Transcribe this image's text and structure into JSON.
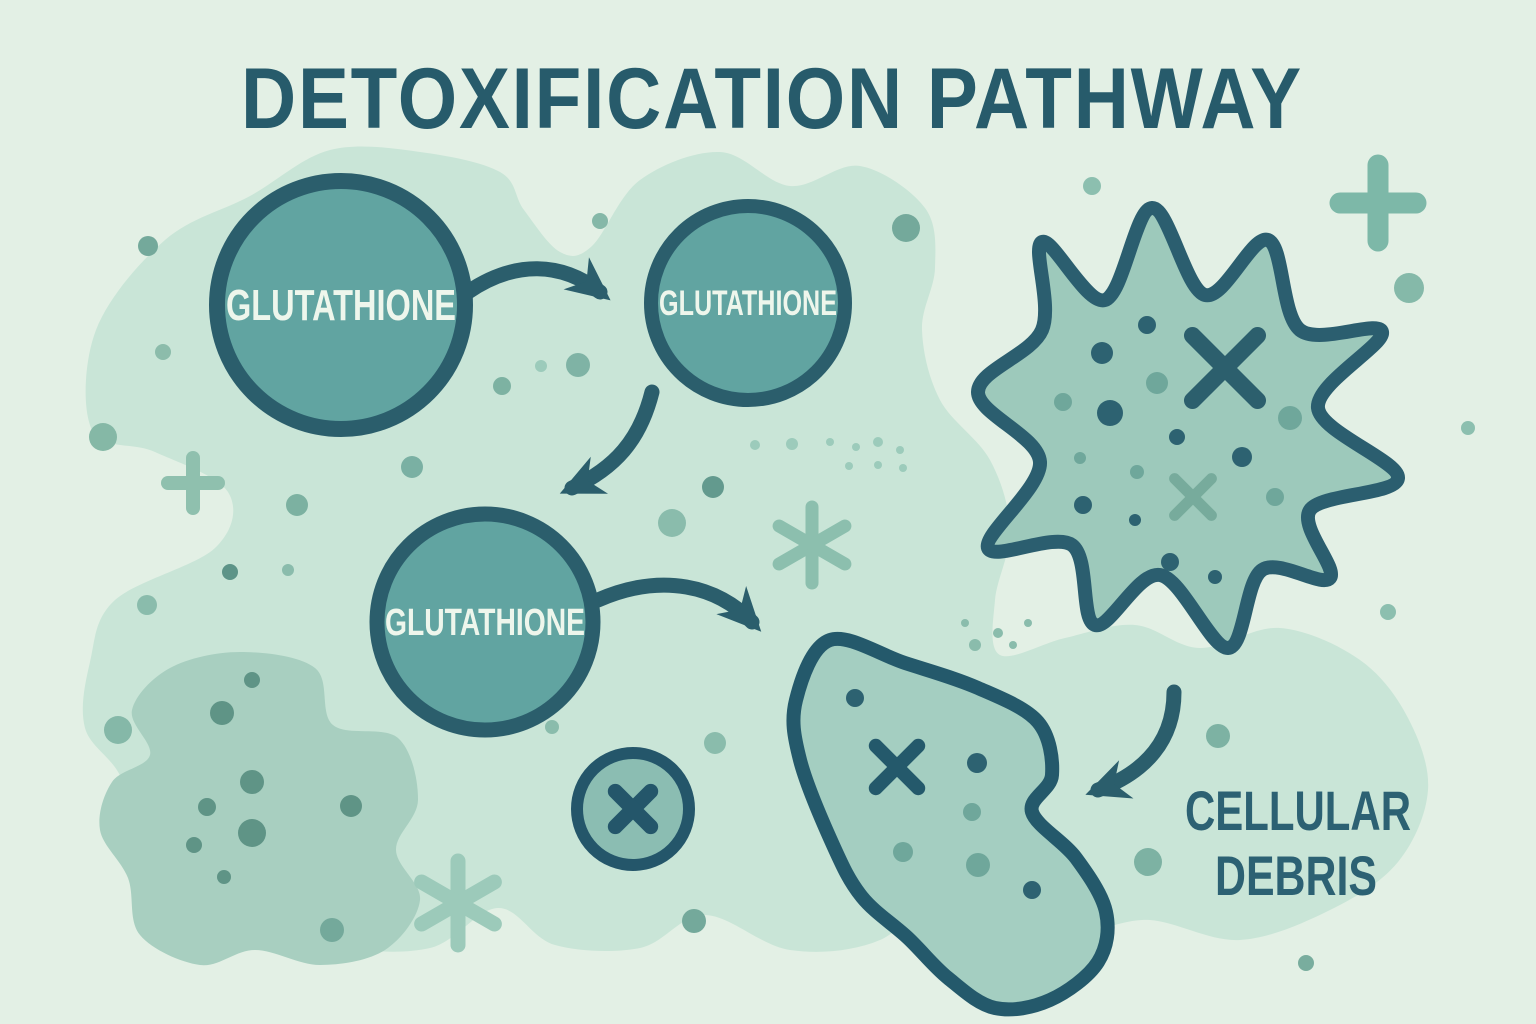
{
  "title": "DETOXIFICATION PATHWAY",
  "nodes": [
    {
      "label": "GLUTATHIONE"
    },
    {
      "label": "GLUTATHIONE"
    },
    {
      "label": "GLUTATHIONE"
    }
  ],
  "annotation": {
    "line1": "CELLULAR",
    "line2": "DEBRIS"
  },
  "colors": {
    "background": "#e3f0e5",
    "background_blob": "#c9e5d7",
    "sage_blob": "#a8cfc0",
    "node_fill": "#61a4a1",
    "node_stroke": "#2b5e6c",
    "node_text": "#eef6ec",
    "title_text": "#275b6b",
    "annotation_text": "#2c6173",
    "arrow": "#2b5e6c",
    "toxin_fill": "#9dc9bb",
    "toxin_stroke": "#2b5e6f",
    "debris_fill": "#a4cec1",
    "debris_stroke": "#24596b",
    "neutralized_fill": "#8bbdb2",
    "neutralized_stroke": "#24566a"
  },
  "decorations": {
    "background_dots": [
      [
        148,
        246,
        10,
        "#74a99b"
      ],
      [
        600,
        221,
        8,
        "#85b8a8"
      ],
      [
        906,
        228,
        14,
        "#74a99b"
      ],
      [
        1092,
        186,
        9,
        "#8cbfaf"
      ],
      [
        1409,
        288,
        15,
        "#85b9a9"
      ],
      [
        1468,
        428,
        7,
        "#8cbfaf"
      ],
      [
        1388,
        612,
        8,
        "#8cbfaf"
      ],
      [
        103,
        437,
        14,
        "#85b8a6"
      ],
      [
        163,
        352,
        8,
        "#8cbcab"
      ],
      [
        297,
        505,
        11,
        "#7cb1a1"
      ],
      [
        412,
        467,
        11,
        "#7ab0a3"
      ],
      [
        230,
        572,
        8,
        "#5d9488"
      ],
      [
        288,
        570,
        6,
        "#8abcac"
      ],
      [
        502,
        386,
        9,
        "#7db2a2"
      ],
      [
        541,
        366,
        6,
        "#9ccbbb"
      ],
      [
        578,
        365,
        12,
        "#7fb3a5"
      ],
      [
        713,
        487,
        11,
        "#639a8e"
      ],
      [
        672,
        523,
        14,
        "#8abcac"
      ],
      [
        552,
        727,
        7,
        "#8abcac"
      ],
      [
        715,
        743,
        11,
        "#8abcac"
      ],
      [
        118,
        730,
        14,
        "#85b8a8"
      ],
      [
        147,
        605,
        10,
        "#8abcac"
      ],
      [
        332,
        930,
        12,
        "#74a99b"
      ],
      [
        694,
        921,
        12,
        "#74a99b"
      ],
      [
        1218,
        736,
        12,
        "#7db2a3"
      ],
      [
        1148,
        862,
        14,
        "#7db2a3"
      ],
      [
        1306,
        963,
        8,
        "#79ad9e"
      ],
      [
        755,
        445,
        5,
        "#9ccbbb"
      ],
      [
        792,
        444,
        6,
        "#9ccbbb"
      ],
      [
        830,
        442,
        4,
        "#9ccbbb"
      ],
      [
        856,
        447,
        4,
        "#9ccbbb"
      ],
      [
        878,
        442,
        5,
        "#9ccbbb"
      ],
      [
        900,
        450,
        4,
        "#9ccbbb"
      ],
      [
        849,
        466,
        4,
        "#9ccbbb"
      ],
      [
        878,
        465,
        4,
        "#9ccbbb"
      ],
      [
        903,
        468,
        4,
        "#9ccbbb"
      ],
      [
        965,
        623,
        4,
        "#8abcac"
      ],
      [
        975,
        645,
        6,
        "#8abcac"
      ],
      [
        998,
        633,
        5,
        "#8abcac"
      ],
      [
        1013,
        645,
        4,
        "#8abcac"
      ],
      [
        1028,
        623,
        4,
        "#8abcac"
      ]
    ],
    "toxin_dots": [
      [
        1147,
        325,
        9,
        "#2d6271"
      ],
      [
        1102,
        353,
        11,
        "#2d6271"
      ],
      [
        1110,
        413,
        13,
        "#2d6271"
      ],
      [
        1177,
        437,
        8,
        "#2d6271"
      ],
      [
        1242,
        457,
        10,
        "#2d6271"
      ],
      [
        1083,
        505,
        9,
        "#2d6271"
      ],
      [
        1135,
        520,
        6,
        "#2d6271"
      ],
      [
        1170,
        562,
        9,
        "#2d6271"
      ],
      [
        1215,
        577,
        7,
        "#2d6271"
      ],
      [
        1157,
        383,
        11,
        "#6fa79b"
      ],
      [
        1063,
        402,
        9,
        "#6fa79b"
      ],
      [
        1290,
        418,
        12,
        "#6fa79b"
      ],
      [
        1275,
        497,
        9,
        "#6fa79b"
      ],
      [
        1137,
        472,
        7,
        "#6fa79b"
      ],
      [
        1080,
        458,
        6,
        "#6fa79b"
      ]
    ],
    "debris_dots": [
      [
        855,
        698,
        9,
        "#2d6271"
      ],
      [
        977,
        763,
        10,
        "#2d6271"
      ],
      [
        1032,
        890,
        9,
        "#2d6271"
      ],
      [
        972,
        812,
        9,
        "#6fa79b"
      ],
      [
        978,
        865,
        12,
        "#6fa79b"
      ],
      [
        903,
        852,
        10,
        "#6fa79b"
      ]
    ],
    "sage_dots": [
      [
        252,
        680,
        8,
        "#5f9486"
      ],
      [
        222,
        713,
        12,
        "#5f9486"
      ],
      [
        252,
        782,
        12,
        "#5f9486"
      ],
      [
        207,
        807,
        9,
        "#5f9486"
      ],
      [
        252,
        833,
        14,
        "#5f9486"
      ],
      [
        194,
        845,
        8,
        "#5f9486"
      ],
      [
        224,
        877,
        7,
        "#5f9486"
      ],
      [
        351,
        806,
        11,
        "#5f9486"
      ]
    ],
    "x_marks": [
      [
        1225,
        368,
        46,
        17,
        "#2c5f6d"
      ],
      [
        1193,
        497,
        26,
        11,
        "#77ab9c"
      ],
      [
        897,
        767,
        30,
        14,
        "#24596b"
      ],
      [
        633,
        809,
        25,
        15,
        "#24566a"
      ]
    ],
    "asterisks": [
      [
        812,
        545,
        38,
        13,
        "#8cbfae"
      ],
      [
        458,
        903,
        42,
        15,
        "#9ccaba"
      ]
    ],
    "plus_marks": [
      [
        1378,
        203,
        38,
        21,
        "#7db8a8"
      ],
      [
        193,
        483,
        25,
        14,
        "#8fc0ae"
      ]
    ]
  }
}
